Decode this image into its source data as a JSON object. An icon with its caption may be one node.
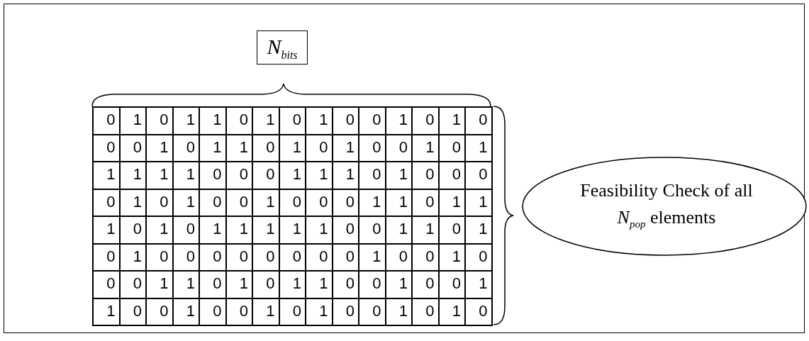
{
  "diagram": {
    "nodes": [
      {
        "text": [
          "*N*$_{bits}$"
        ]
      },
      {
        "text": [
          "Feasibility Check of all *N*$_{pop}$ elements"
        ]
      }
    ],
    "labels": [
      "0",
      "1",
      "0",
      "1",
      "1",
      "0",
      "1",
      "0",
      "1",
      "0",
      "0",
      "1",
      "0",
      "1",
      "0",
      "0",
      "0",
      "1",
      "0",
      "1",
      "1",
      "0",
      "1",
      "0",
      "1",
      "0",
      "0",
      "1",
      "0",
      "1",
      "1",
      "1",
      "1",
      "1",
      "0",
      "0",
      "0",
      "1",
      "1",
      "1",
      "0",
      "1",
      "0",
      "0",
      "0",
      "0",
      "1",
      "0",
      "1",
      "0",
      "0",
      "1",
      "0",
      "0",
      "0",
      "1",
      "1",
      "0",
      "1",
      "1",
      "1",
      "0",
      "1",
      "0",
      "1",
      "1",
      "1",
      "1",
      "1",
      "0",
      "0",
      "1",
      "1",
      "0",
      "1",
      "0",
      "1",
      "0",
      "0",
      "0",
      "0",
      "0",
      "0",
      "0",
      "0",
      "1",
      "0",
      "0",
      "1",
      "0",
      "0",
      "0",
      "1",
      "1",
      "0",
      "1",
      "0",
      "1",
      "1",
      "0",
      "0",
      "1",
      "0",
      "0",
      "1",
      "1",
      "0",
      "0",
      "1",
      "0",
      "0",
      "1",
      "0",
      "1",
      "0",
      "0",
      "1",
      "0",
      "1",
      "0"
    ]
  }
}
